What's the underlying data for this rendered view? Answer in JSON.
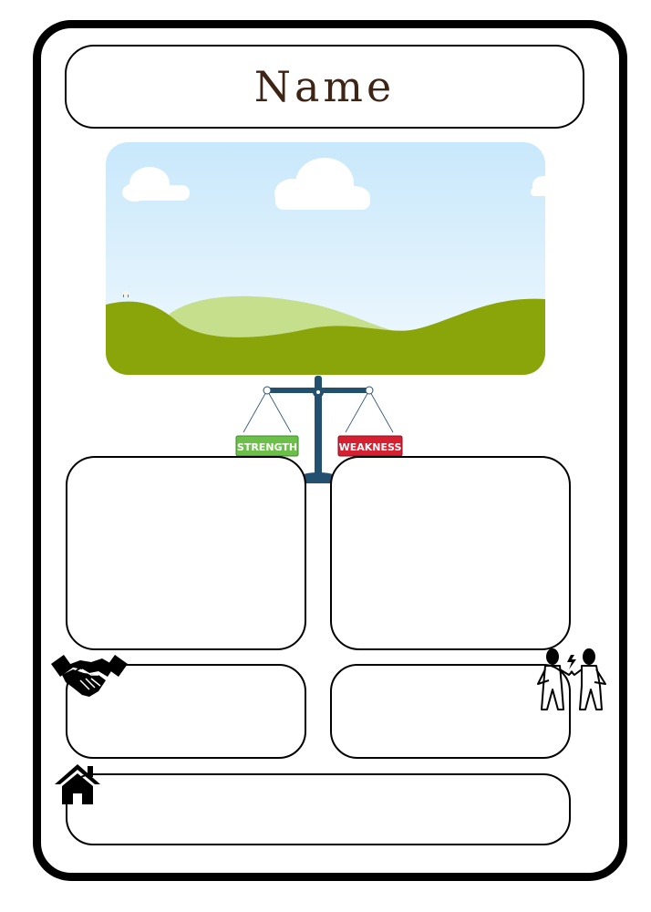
{
  "card": {
    "title": "Name"
  },
  "scale": {
    "left_label": "STRENGTH",
    "right_label": "WEAKNESS"
  },
  "colors": {
    "title": "#3d2414",
    "sky_top": "#c8e8fb",
    "sky_bottom": "#f2f9fe",
    "hill_light": "#c6df8c",
    "hill_dark": "#89a50a",
    "scale": "#24506f",
    "strength_tag": "#6cc04a",
    "weakness_tag": "#d42030"
  },
  "icons": {
    "scale": "balance-scale-icon",
    "allies": "handshake-icon",
    "rivals": "fighting-people-icon",
    "home": "house-icon"
  }
}
